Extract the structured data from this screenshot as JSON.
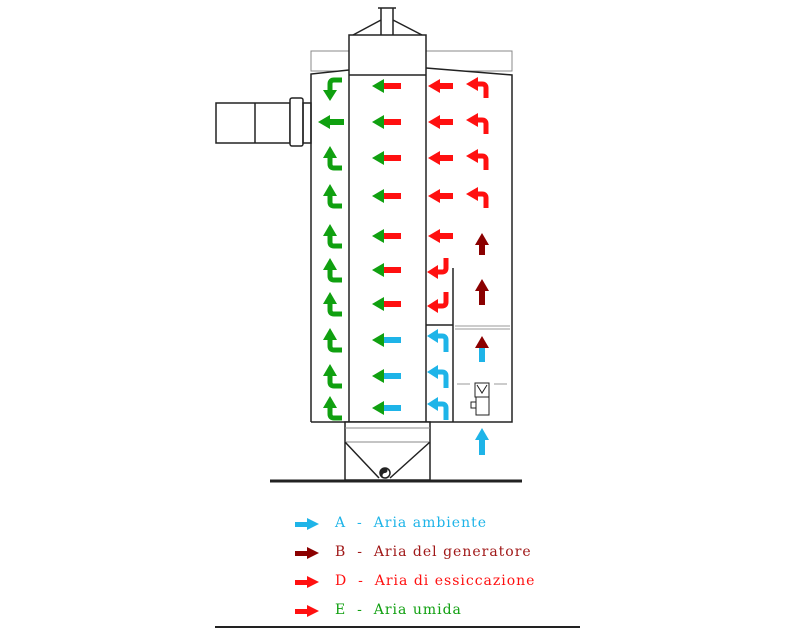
{
  "colors": {
    "ambient": "#1eb4e8",
    "generator": "#8b0000",
    "drying": "#ff1010",
    "humid": "#10a010",
    "line": "#222222"
  },
  "legend": [
    {
      "key": "A",
      "label": "A  -  Aria ambiente",
      "color": "#1eb4e8",
      "arrow": "#1eb4e8"
    },
    {
      "key": "B",
      "label": "B  -  Aria del generatore",
      "color": "#a01818",
      "arrow": "#8b0000"
    },
    {
      "key": "D",
      "label": "D  -  Aria di essiccazione",
      "color": "#ff1010",
      "arrow": "#ff1010"
    },
    {
      "key": "E",
      "label": "E  -  Aria umida",
      "color": "#10a010",
      "arrow": "#ff1010"
    }
  ]
}
